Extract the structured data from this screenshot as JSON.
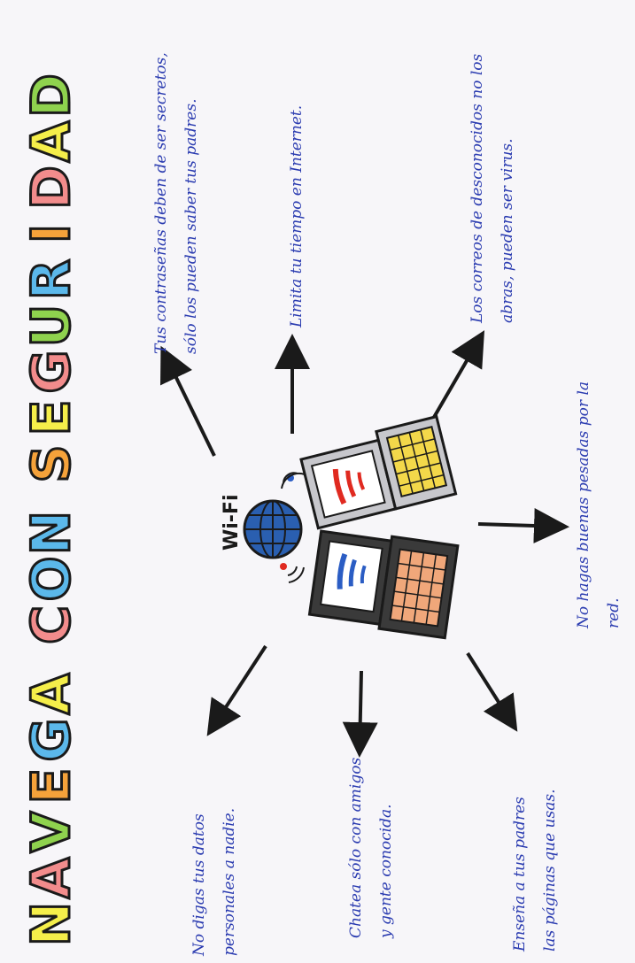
{
  "title": {
    "text": "NAVEGA CON SEGURIDAD",
    "letters": [
      {
        "ch": "N",
        "color": "#f5ee4a"
      },
      {
        "ch": "A",
        "color": "#f28c8c"
      },
      {
        "ch": "V",
        "color": "#8fd24e"
      },
      {
        "ch": "E",
        "color": "#f5a23a"
      },
      {
        "ch": "G",
        "color": "#5bb8ea"
      },
      {
        "ch": "A",
        "color": "#f5ee4a"
      },
      {
        "ch": " ",
        "color": "#ffffff"
      },
      {
        "ch": "C",
        "color": "#f28c8c"
      },
      {
        "ch": "O",
        "color": "#5bb8ea"
      },
      {
        "ch": "N",
        "color": "#5bb8ea"
      },
      {
        "ch": " ",
        "color": "#ffffff"
      },
      {
        "ch": "S",
        "color": "#f5a23a"
      },
      {
        "ch": "E",
        "color": "#f5ee4a"
      },
      {
        "ch": "G",
        "color": "#f28c8c"
      },
      {
        "ch": "U",
        "color": "#8fd24e"
      },
      {
        "ch": "R",
        "color": "#5bb8ea"
      },
      {
        "ch": "I",
        "color": "#f5a23a"
      },
      {
        "ch": "D",
        "color": "#f28c8c"
      },
      {
        "ch": "A",
        "color": "#f5ee4a"
      },
      {
        "ch": "D",
        "color": "#8fd24e"
      }
    ]
  },
  "wifi_label": "Wi-Fi",
  "notes": {
    "passwords": {
      "line1": "Tus contraseñas deben de ser secretos,",
      "line2": "sólo los pueden saber tus padres."
    },
    "time": {
      "line1": "Limita tu tiempo en Internet."
    },
    "strangers_mail": {
      "line1": "Los correos de desconocidos no los",
      "line2": "abras, pueden ser virus."
    },
    "no_friends": {
      "line1": "No hagas buenas pesadas por la",
      "line2": "red."
    },
    "personal_data": {
      "line1": "No digas tus datos",
      "line2": "personales a nadie."
    },
    "chat": {
      "line1": "Chatea sólo con amigos",
      "line2": "y gente conocida."
    },
    "teach_parents": {
      "line1": "Enseña a tus padres",
      "line2": "las páginas que usas."
    }
  },
  "colors": {
    "ink": "#2a3bb0",
    "outline": "#1a1a1a",
    "globe": "#2a5fb0",
    "laptop_gray": "#c7c7cc",
    "laptop_dark": "#3a3a3a",
    "keys_yellow": "#f3d84a",
    "keys_orange": "#f0a77a",
    "wifi_red": "#e02a20",
    "wifi_blue": "#2b5dc4"
  }
}
